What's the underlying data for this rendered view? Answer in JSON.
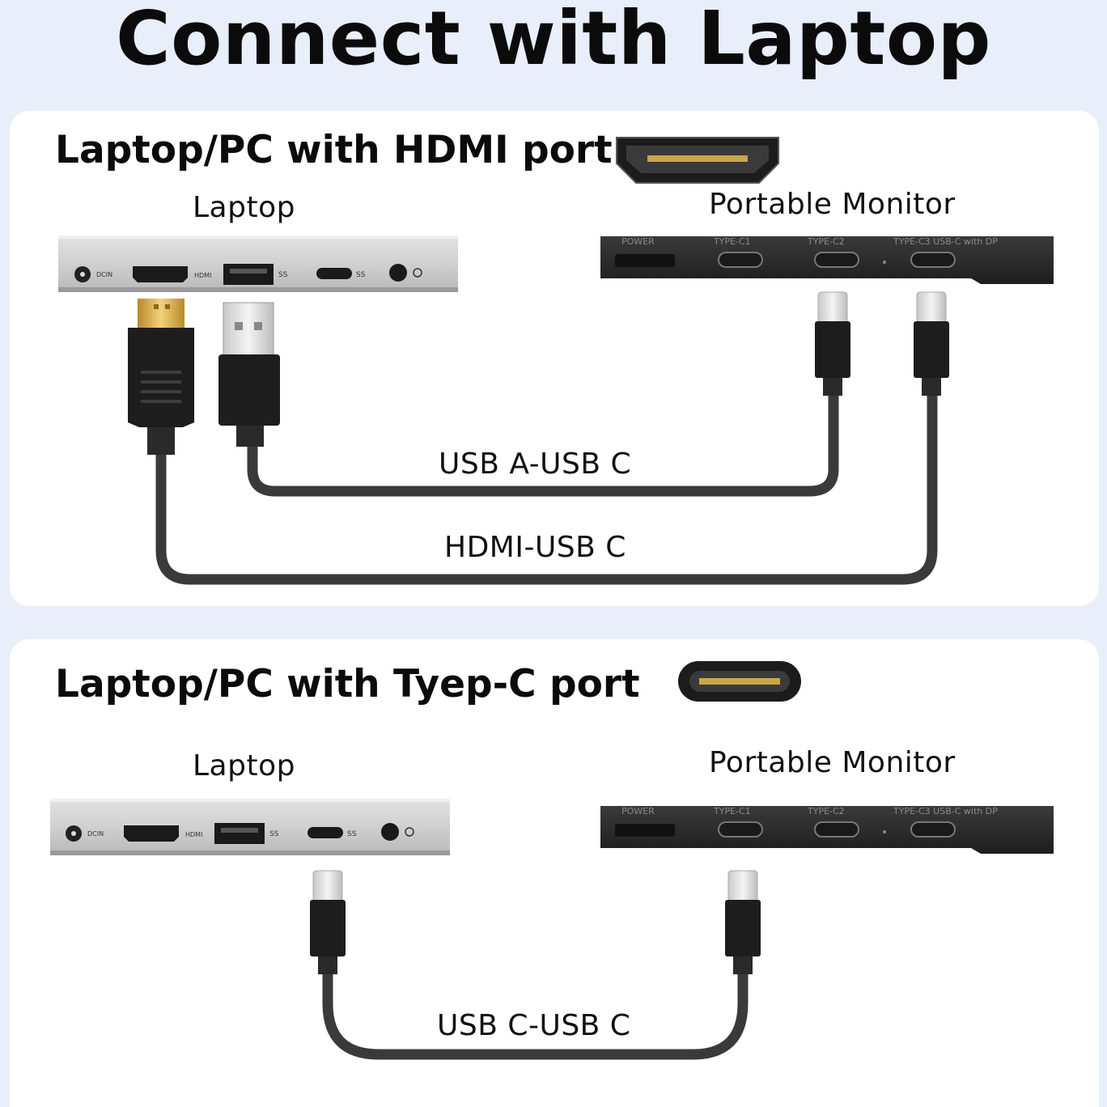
{
  "title": "Connect with Laptop",
  "sections": [
    {
      "heading": "Laptop/PC with HDMI port",
      "laptop_label": "Laptop",
      "monitor_label": "Portable Monitor",
      "cables": [
        "USB A-USB C",
        "HDMI-USB C"
      ],
      "port_icon": "hdmi-port-icon"
    },
    {
      "heading": "Laptop/PC with Tyep-C port",
      "laptop_label": "Laptop",
      "monitor_label": "Portable Monitor",
      "cables": [
        "USB C-USB C"
      ],
      "port_icon": "usb-c-port-icon"
    }
  ],
  "laptop_ports": {
    "dcin": "DCIN",
    "hdmi": "HDMI",
    "ss1": "SS",
    "ss2": "SS"
  },
  "monitor_ports": {
    "power": "POWER",
    "c1": "TYPE-C1",
    "c2": "TYPE-C2",
    "c3": "TYPE-C3 USB-C with DP"
  },
  "colors": {
    "background": "#e8eefa",
    "panel": "#ffffff",
    "cable": "#3a3a3a",
    "monitor": "#2a2a2a"
  }
}
